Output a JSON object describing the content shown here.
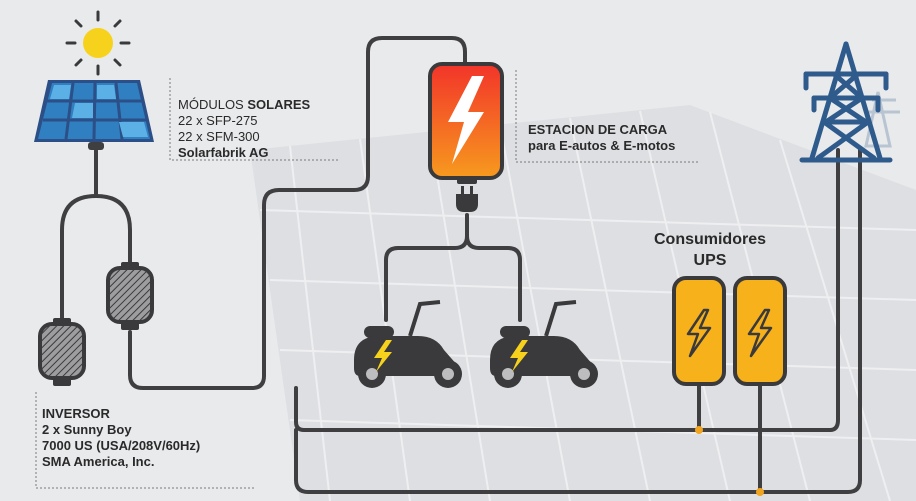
{
  "solar_modules": {
    "title_prefix": "MÓDULOS ",
    "title_bold": "SOLARES",
    "line1": "22 x SFP-275",
    "line2": "22 x SFM-300",
    "line3": "Solarfabrik AG"
  },
  "charging_station": {
    "line1": "ESTACION DE CARGA",
    "line2": "para E-autos & E-motos"
  },
  "ups_consumers": {
    "line1": "Consumidores",
    "line2": "UPS"
  },
  "inverter": {
    "line1": "INVERSOR",
    "line2": "2 x Sunny Boy",
    "line3": "7000 US (USA/208V/60Hz)",
    "line4": "SMA America, Inc."
  },
  "colors": {
    "wire": "#3f3f41",
    "solar_panel": "#2f7fc1",
    "panel_frame": "#2b4f86",
    "charger_top": "#f2342a",
    "charger_bottom": "#f79a1e",
    "ups_fill": "#f7b21b",
    "tower": "#2f5b8c",
    "sun": "#f7d21c",
    "scooter": "#3a3a3c",
    "bolt": "#f7d21c",
    "junction": "#f2a51e",
    "background": "#e9eaec"
  }
}
